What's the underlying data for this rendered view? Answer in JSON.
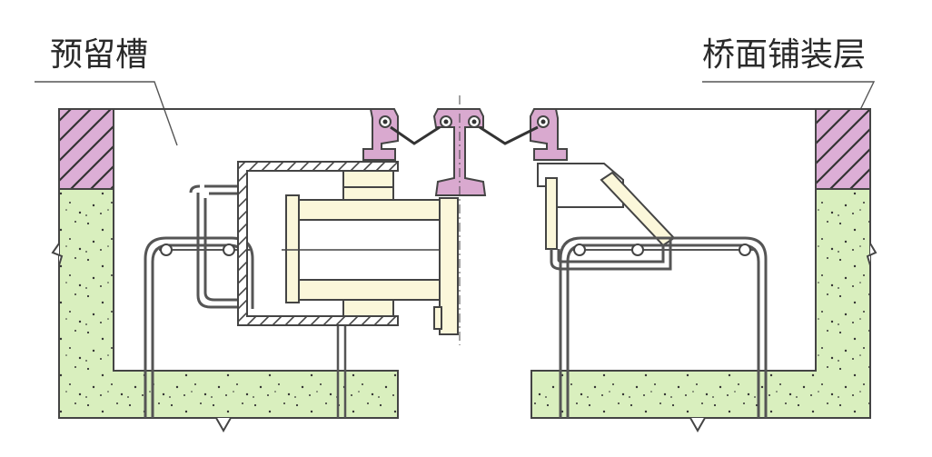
{
  "labels": {
    "left": "预留槽",
    "right": "桥面铺装层"
  },
  "colors": {
    "concrete": "#d9efbe",
    "paving": "#dcaed6",
    "seal_profile": "#d9a9cf",
    "steel_part": "#fbf7da",
    "line": "#444444"
  },
  "icons": {
    "hatch": "diagonal-hatch-pattern",
    "speckle": "concrete-speckle-pattern"
  }
}
